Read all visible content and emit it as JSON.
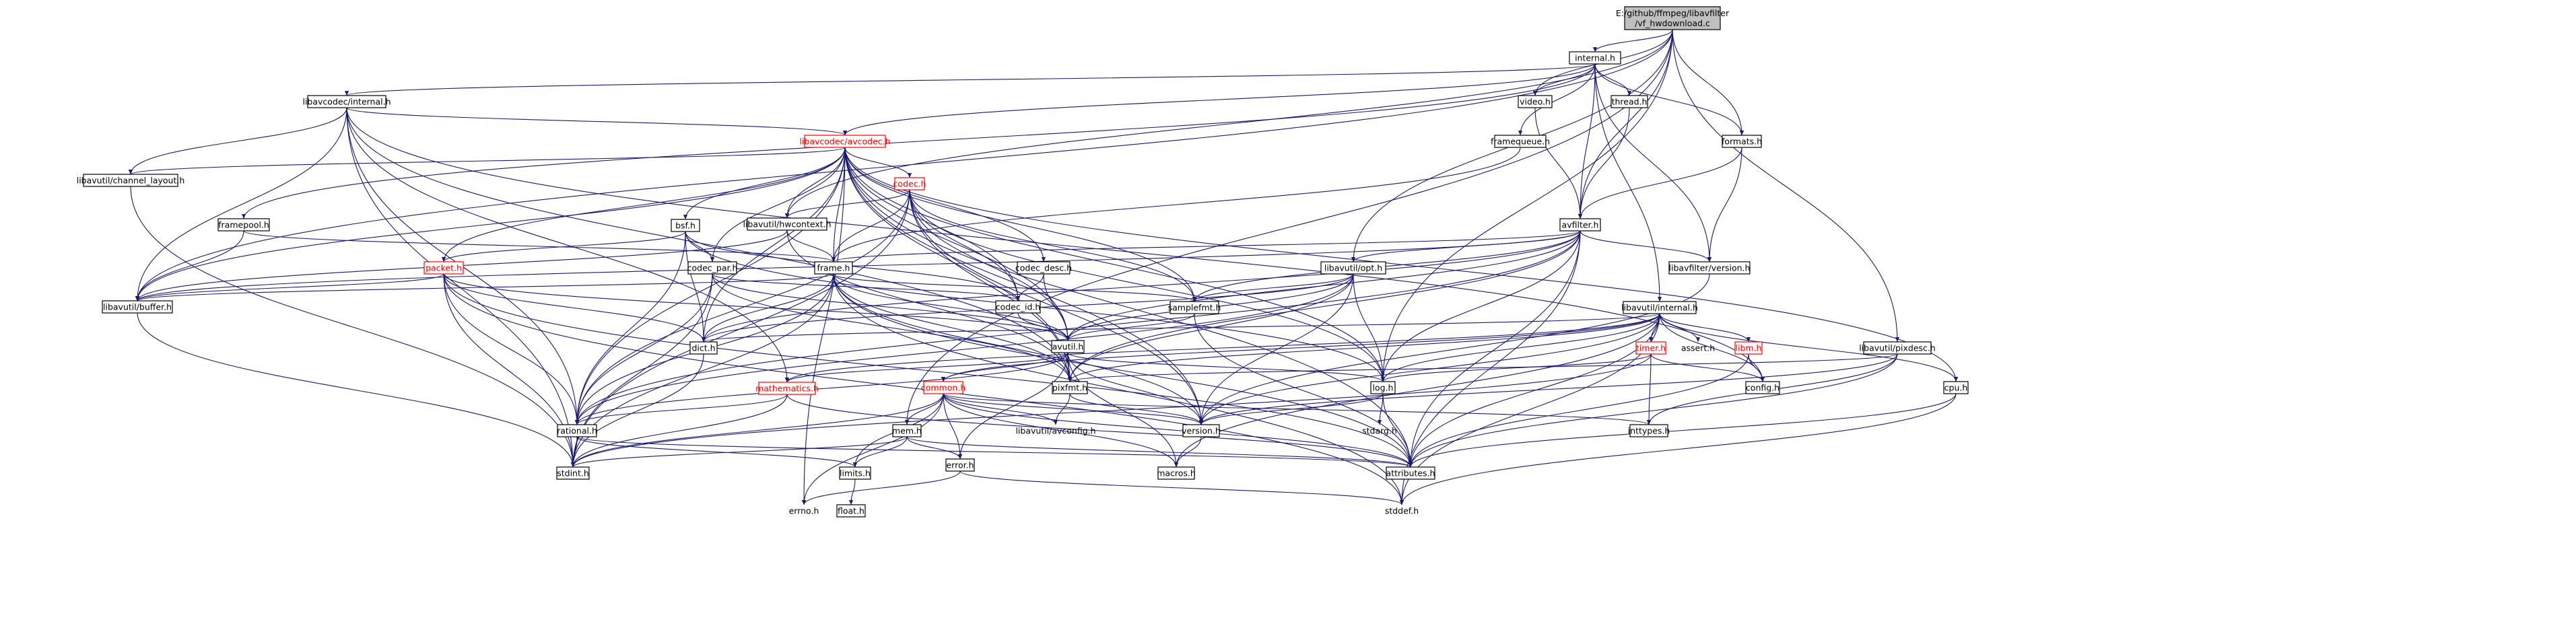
{
  "root": {
    "label_line1": "E:/github/ffmpeg/libavfilter",
    "label_line2": "/vf_hwdownload.c"
  },
  "nodes": [
    {
      "id": "internal_h",
      "label": "internal.h"
    },
    {
      "id": "libavcodec_internal_h",
      "label": "libavcodec/internal.h"
    },
    {
      "id": "video_h",
      "label": "video.h"
    },
    {
      "id": "thread_h",
      "label": "thread.h"
    },
    {
      "id": "libavcodec_avcodec_h",
      "label": "libavcodec/avcodec.h"
    },
    {
      "id": "framequeue_h",
      "label": "framequeue.h"
    },
    {
      "id": "formats_h",
      "label": "formats.h"
    },
    {
      "id": "libavutil_channel_layout_h",
      "label": "libavutil/channel_layout.h"
    },
    {
      "id": "codec_h",
      "label": "codec.h"
    },
    {
      "id": "framepool_h",
      "label": "framepool.h"
    },
    {
      "id": "bsf_h",
      "label": "bsf.h"
    },
    {
      "id": "libavutil_hwcontext_h",
      "label": "libavutil/hwcontext.h"
    },
    {
      "id": "avfilter_h",
      "label": "avfilter.h"
    },
    {
      "id": "packet_h",
      "label": "packet.h"
    },
    {
      "id": "codec_par_h",
      "label": "codec_par.h"
    },
    {
      "id": "frame_h",
      "label": "frame.h"
    },
    {
      "id": "codec_desc_h",
      "label": "codec_desc.h"
    },
    {
      "id": "libavutil_opt_h",
      "label": "libavutil/opt.h"
    },
    {
      "id": "libavfilter_version_h",
      "label": "libavfilter/version.h"
    },
    {
      "id": "libavutil_buffer_h",
      "label": "libavutil/buffer.h"
    },
    {
      "id": "codec_id_h",
      "label": "codec_id.h"
    },
    {
      "id": "samplefmt_h",
      "label": "samplefmt.h"
    },
    {
      "id": "libavutil_internal_h",
      "label": "libavutil/internal.h"
    },
    {
      "id": "dict_h",
      "label": "dict.h"
    },
    {
      "id": "avutil_h",
      "label": "avutil.h"
    },
    {
      "id": "timer_h",
      "label": "timer.h"
    },
    {
      "id": "assert_h",
      "label": "assert.h"
    },
    {
      "id": "libm_h",
      "label": "libm.h"
    },
    {
      "id": "libavutil_pixdesc_h",
      "label": "libavutil/pixdesc.h"
    },
    {
      "id": "mathematics_h",
      "label": "mathematics.h"
    },
    {
      "id": "common_h",
      "label": "common.h"
    },
    {
      "id": "pixfmt_h",
      "label": "pixfmt.h"
    },
    {
      "id": "log_h",
      "label": "log.h"
    },
    {
      "id": "config_h",
      "label": "config.h"
    },
    {
      "id": "cpu_h",
      "label": "cpu.h"
    },
    {
      "id": "rational_h",
      "label": "rational.h"
    },
    {
      "id": "mem_h",
      "label": "mem.h"
    },
    {
      "id": "libavutil_avconfig_h",
      "label": "libavutil/avconfig.h"
    },
    {
      "id": "version_h",
      "label": "version.h"
    },
    {
      "id": "stdarg_h",
      "label": "stdarg.h"
    },
    {
      "id": "inttypes_h",
      "label": "inttypes.h"
    },
    {
      "id": "stdint_h",
      "label": "stdint.h"
    },
    {
      "id": "limits_h",
      "label": "limits.h"
    },
    {
      "id": "error_h",
      "label": "error.h"
    },
    {
      "id": "macros_h",
      "label": "macros.h"
    },
    {
      "id": "attributes_h",
      "label": "attributes.h"
    },
    {
      "id": "errno_h",
      "label": "errno.h"
    },
    {
      "id": "float_h",
      "label": "float.h"
    },
    {
      "id": "stddef_h",
      "label": "stddef.h"
    }
  ]
}
